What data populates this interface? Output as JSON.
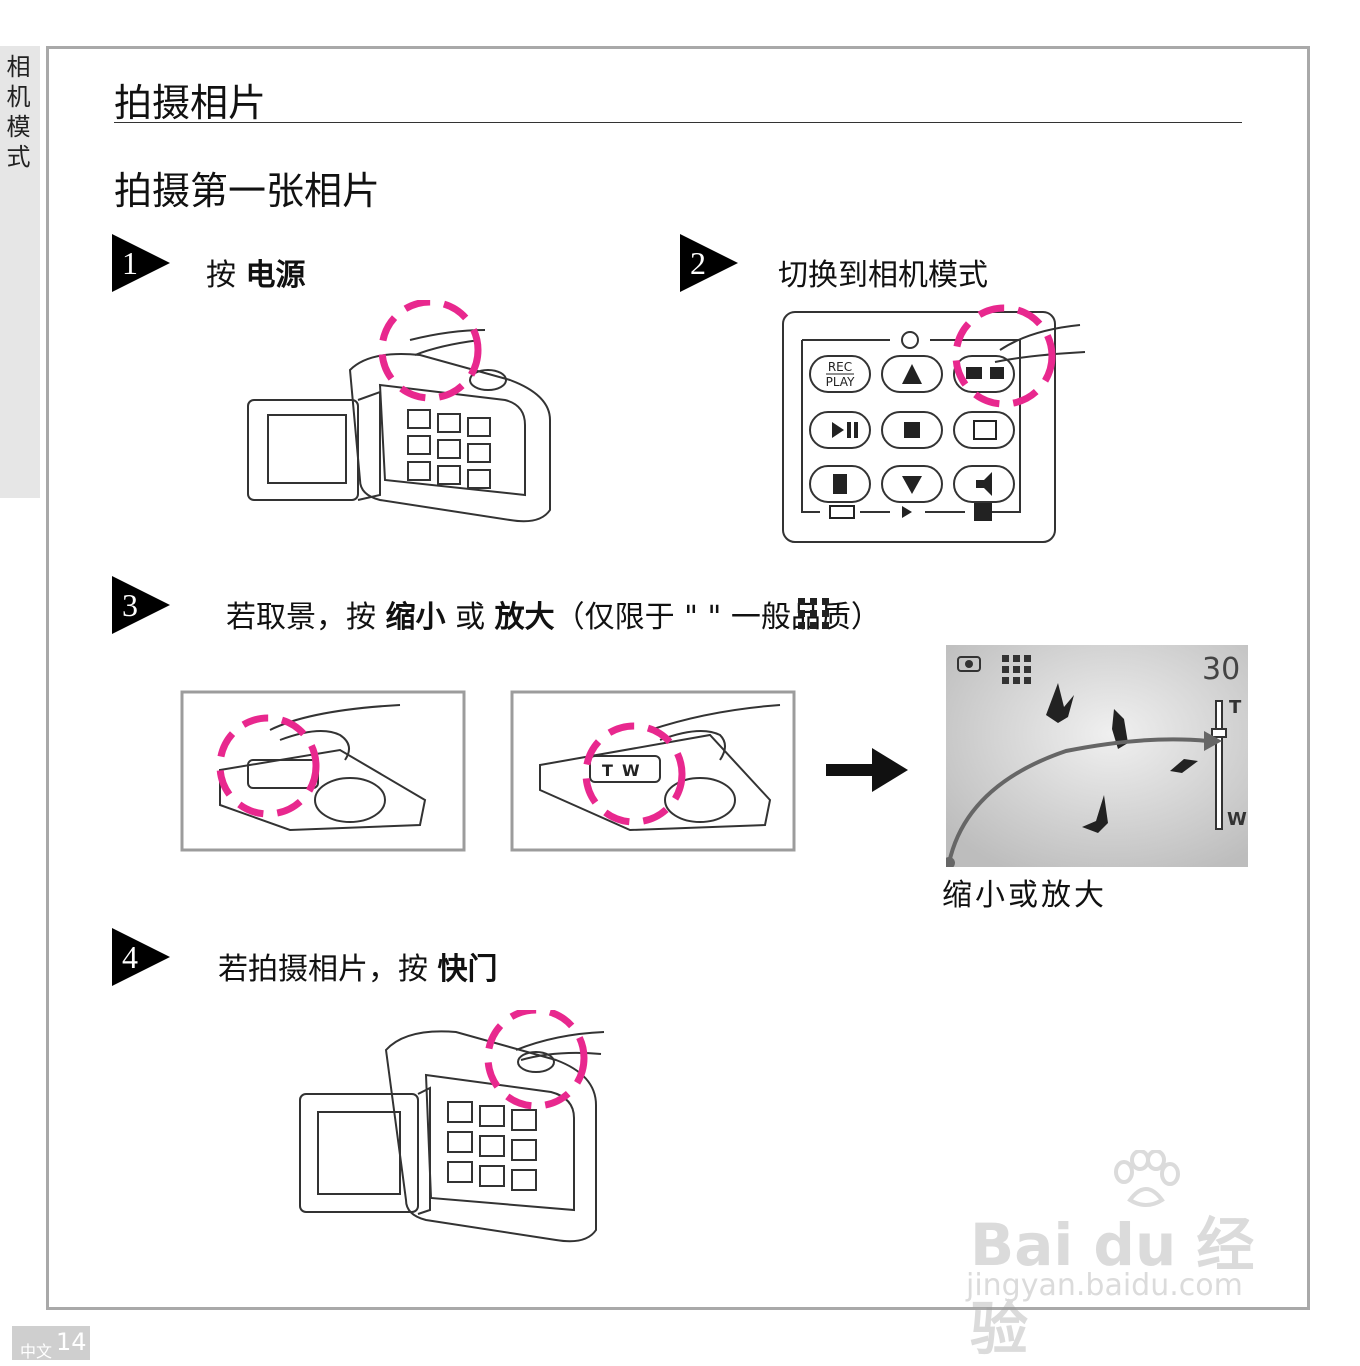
{
  "side_tab": "相机模式",
  "title": "拍摄相片",
  "subtitle": "拍摄第一张相片",
  "steps": [
    {
      "num": "1",
      "pre": "按  ",
      "key": "电源",
      "mid": "",
      "key2": "",
      "post": ""
    },
    {
      "num": "2",
      "pre": "切换到相机模式",
      "key": "",
      "mid": "",
      "key2": "",
      "post": ""
    },
    {
      "num": "3",
      "pre": "若取景，按  ",
      "key": "缩小",
      "mid": "  或  ",
      "key2": "放大",
      "post": "（仅限于 \"       \" 一般品质）"
    },
    {
      "num": "4",
      "pre": "若拍摄相片，按  ",
      "key": "快门",
      "mid": "",
      "key2": "",
      "post": ""
    }
  ],
  "keypad": {
    "rec": "REC",
    "play": "PLAY"
  },
  "viewfinder": {
    "counter": "30",
    "tele": "T",
    "wide": "W"
  },
  "caption": "缩小或放大",
  "zoom_labels": {
    "t": "T",
    "w": "W"
  },
  "page": {
    "lang": "中文",
    "num": "14"
  },
  "watermark": {
    "brand": "Bai du 经验",
    "url": "jingyan.baidu.com"
  },
  "colors": {
    "highlight": "#e8288e"
  }
}
